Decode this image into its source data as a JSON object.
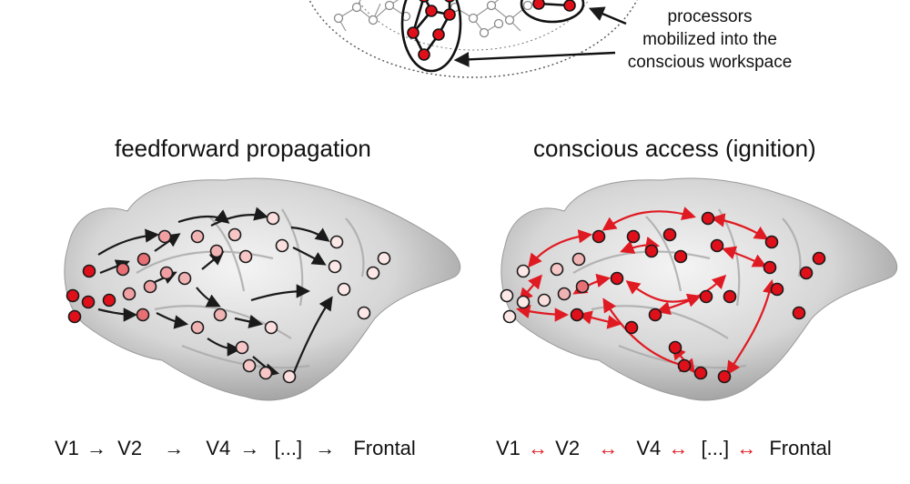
{
  "workspace_annotation": {
    "lines": [
      "processors",
      "mobilized into the",
      "conscious workspace"
    ]
  },
  "panels": {
    "left": {
      "title": "feedforward propagation",
      "pathway": {
        "stages": [
          "V1",
          "V2",
          "V4",
          "[...]",
          "Frontal"
        ],
        "connector": "→"
      }
    },
    "right": {
      "title": "conscious access (ignition)",
      "pathway": {
        "stages": [
          "V1",
          "V2",
          "V4",
          "[...]",
          "Frontal"
        ],
        "connector": "↔"
      }
    }
  },
  "colors": {
    "active_node": "#e0101a",
    "dim_node": "#f0b3b3",
    "pale_node": "#fbdede",
    "node_outline": "#1a1a1a",
    "feedforward_arrow": "#1a1a1a",
    "ignition_arrow": "#e01a22",
    "brain_surface": "#d4d4d4"
  }
}
